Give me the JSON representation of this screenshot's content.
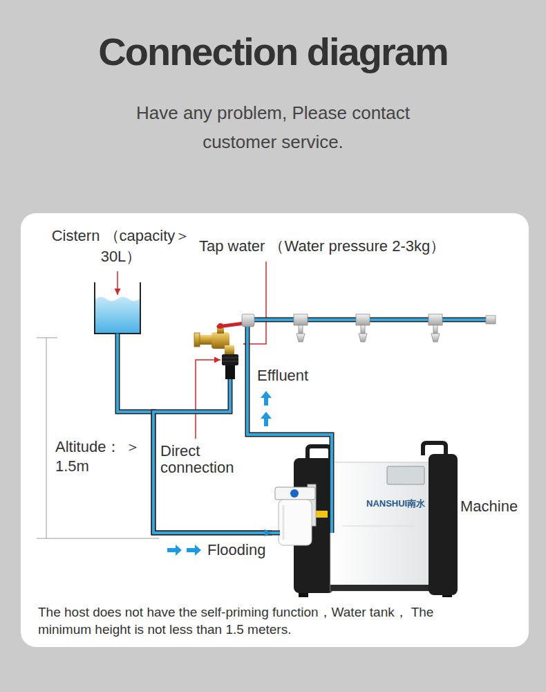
{
  "diagram": {
    "title": "Connection diagram",
    "caption": "The host does not have the self-priming function，Water tank， The minimum height is not less than 1.5 meters.",
    "nodes": [
      {
        "text": [
          "Cistern （capacity＞30L）"
        ]
      },
      {
        "text": [
          "Tap water （Water pressure 2-3kg）"
        ]
      },
      {
        "text": [
          "NANSHUI南水",
          "Machine"
        ]
      }
    ],
    "edges": [
      {
        "from": 0,
        "to": 2,
        "arrow": "to",
        "label": "Flooding"
      },
      {
        "from": 1,
        "to": 2,
        "arrow": "to"
      }
    ],
    "labels": [
      "Have any problem, Please contact customer service.",
      "Altitude： ＞1.5m",
      "Direct connection",
      "Effluent"
    ]
  }
}
